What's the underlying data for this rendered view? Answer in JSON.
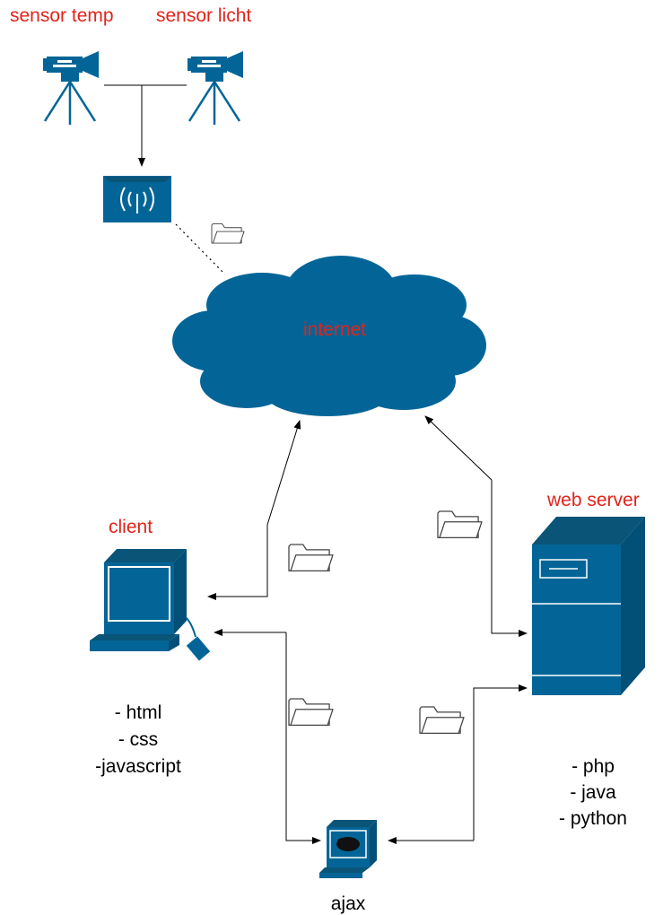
{
  "colors": {
    "device": "#036597",
    "label_red": "#e2231a",
    "text": "#000000"
  },
  "nodes": {
    "sensor_temp": {
      "label": "sensor temp",
      "icon": "video-camera-icon"
    },
    "sensor_licht": {
      "label": "sensor licht",
      "icon": "video-camera-icon"
    },
    "access_point": {
      "icon": "wireless-access-point-icon"
    },
    "internet": {
      "label": "internet",
      "icon": "cloud-icon"
    },
    "client": {
      "label": "client",
      "icon": "workstation-icon",
      "techs": [
        "- html",
        "- css",
        "-javascript"
      ]
    },
    "web_server": {
      "label": "web server",
      "icon": "server-tower-icon",
      "techs": [
        "- php",
        "- java",
        "- python"
      ]
    },
    "ajax": {
      "label": "ajax",
      "icon": "web-client-icon"
    }
  },
  "edges": [
    {
      "from": "sensor_temp",
      "to": "access_point",
      "style": "solid"
    },
    {
      "from": "sensor_licht",
      "to": "access_point",
      "style": "solid"
    },
    {
      "from": "access_point",
      "to": "internet",
      "style": "dotted"
    },
    {
      "from": "internet",
      "to": "client",
      "style": "solid"
    },
    {
      "from": "internet",
      "to": "web_server",
      "style": "solid"
    },
    {
      "from": "client",
      "to": "ajax",
      "style": "solid"
    },
    {
      "from": "ajax",
      "to": "web_server",
      "style": "solid"
    }
  ],
  "folder_icon": "folder-icon"
}
